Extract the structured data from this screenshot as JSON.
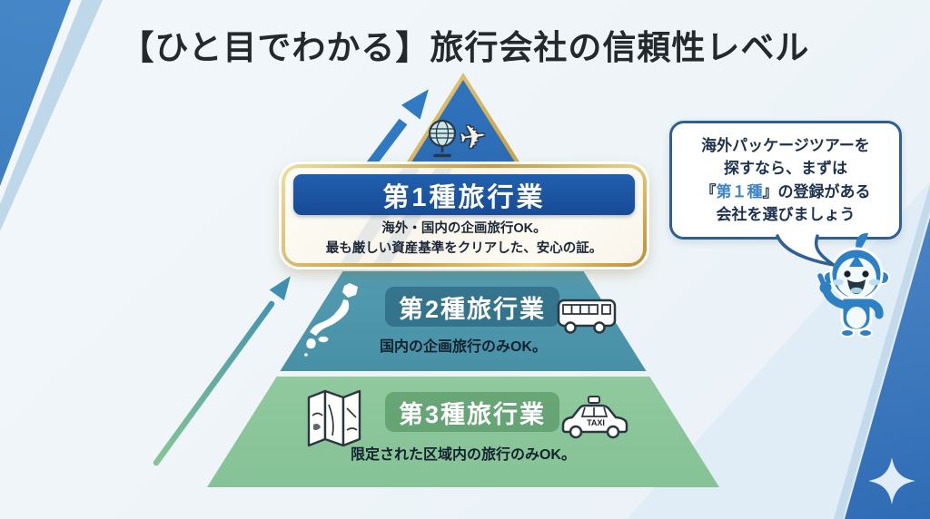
{
  "title": "【ひと目でわかる】旅行会社の信頼性レベル",
  "pyramid": {
    "gold_border_color": "#c9a347",
    "tiers": [
      {
        "rank": 1,
        "name": "第1種旅行業",
        "desc_line1": "海外・国内の企画旅行OK。",
        "desc_line2": "最も厳しい資産基準をクリアした、安心の証。",
        "band_color": "#2d6cb5",
        "banner_color": "#1b55a6",
        "icons": [
          "globe-icon",
          "airplane-icon"
        ]
      },
      {
        "rank": 2,
        "name": "第2種旅行業",
        "desc": "国内の企画旅行のみOK。",
        "band_color": "#4e95ab",
        "icons": [
          "japan-map-icon",
          "bus-icon"
        ]
      },
      {
        "rank": 3,
        "name": "第3種旅行業",
        "desc": "限定された区域内の旅行のみOK。",
        "band_color": "#8bc59a",
        "icons": [
          "folded-map-icon",
          "taxi-icon"
        ]
      }
    ]
  },
  "speech_bubble": {
    "line1": "海外パッケージツアーを",
    "line2": "探すなら、まずは",
    "line3_prefix": "『",
    "line3_highlight": "第１種",
    "line3_suffix": "』の登録がある",
    "line4": "会社を選びましょう",
    "highlight_color": "#3d85c6",
    "border_color": "#2e5f95"
  },
  "icons": {
    "taxi_label": "TAXI",
    "airplane_glyph": "✈"
  },
  "mascot_color": "#2e80c5"
}
